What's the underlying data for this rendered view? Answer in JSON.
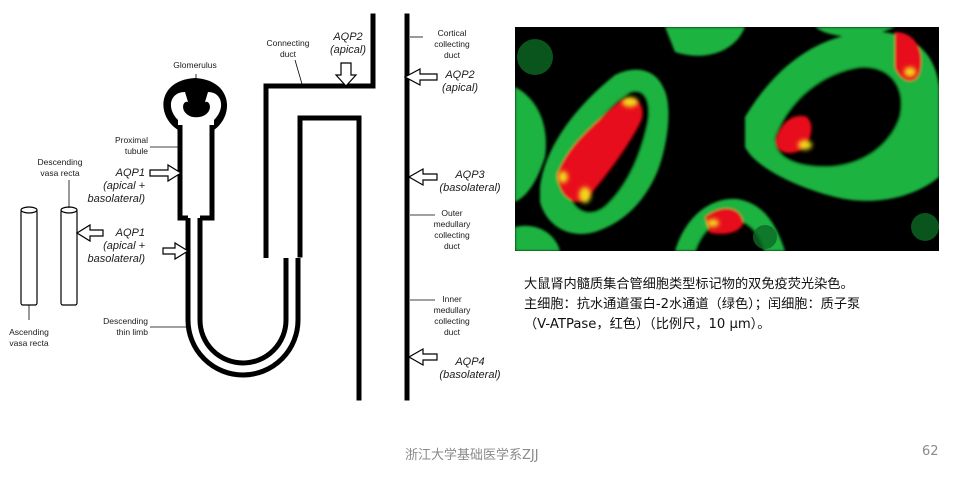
{
  "diagram": {
    "labels": {
      "glomerulus": "Glomerulus",
      "connecting_duct": [
        "Connecting",
        "duct"
      ],
      "proximal_tubule": [
        "Proximal",
        "tubule"
      ],
      "descending_vasa_recta": [
        "Descending",
        "vasa recta"
      ],
      "ascending_vasa_recta": [
        "Ascending",
        "vasa recta"
      ],
      "descending_thin_limb": [
        "Descending",
        "thin limb"
      ],
      "cortical_collecting_duct": [
        "Cortical",
        "collecting",
        "duct"
      ],
      "outer_medullary_collecting_duct": [
        "Outer",
        "medullary",
        "collecting",
        "duct"
      ],
      "inner_medullary_collecting_duct": [
        "Inner",
        "medullary",
        "collecting",
        "duct"
      ]
    },
    "aquaporins": {
      "aqp2_top": [
        "AQP2",
        "(apical)"
      ],
      "aqp2_right": [
        "AQP2",
        "(apical)"
      ],
      "aqp1_proximal": [
        "AQP1",
        "(apical +",
        "basolateral)"
      ],
      "aqp1_vasa": [
        "AQP1",
        "(apical +",
        "basolateral)"
      ],
      "aqp3": [
        "AQP3",
        "(basolateral)"
      ],
      "aqp4": [
        "AQP4",
        "(basolateral)"
      ]
    }
  },
  "micrograph": {
    "colors": {
      "background": "#000000",
      "principal": "#1db33f",
      "intercalated": "#e8101a",
      "overlap": "#f2e21a"
    }
  },
  "caption": {
    "line1": "大鼠肾内髓质集合管细胞类型标记物的双免疫荧光染色。",
    "line2": "主细胞：抗水通道蛋白-2水通道（绿色）；闰细胞：质子泵",
    "line3": "（V-ATPase，红色）（比例尺，10 µm）。"
  },
  "footer": {
    "department": "浙江大学基础医学系ZJJ",
    "page_number": "62"
  }
}
